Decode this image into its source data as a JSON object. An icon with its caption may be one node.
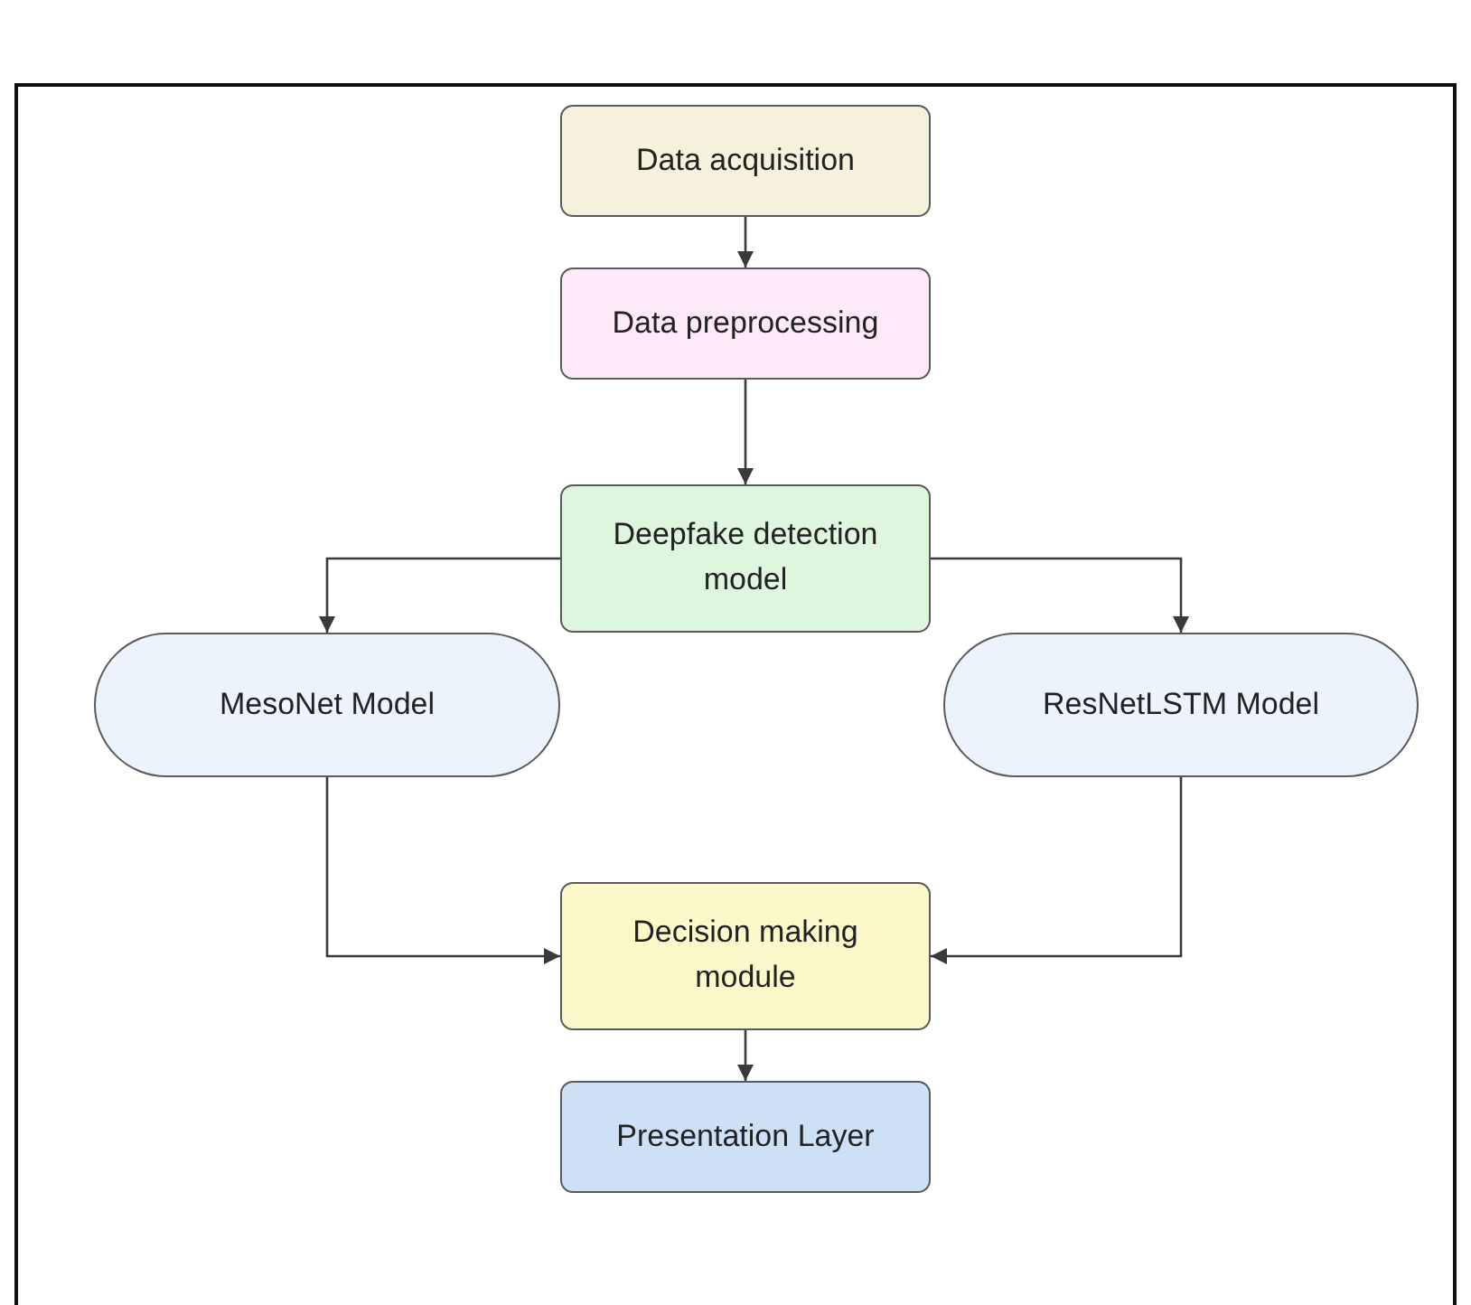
{
  "diagram": {
    "nodes": [
      {
        "text": [
          "Data acquisition"
        ]
      },
      {
        "text": [
          "Data preprocessing"
        ]
      },
      {
        "text": [
          "Deepfake detection model"
        ]
      },
      {
        "text": [
          "MesoNet Model"
        ]
      },
      {
        "text": [
          "ResNetLSTM Model"
        ]
      },
      {
        "text": [
          "Decision making module"
        ]
      },
      {
        "text": [
          "Presentation Layer"
        ]
      }
    ],
    "edges": [
      {
        "from": 0,
        "to": 1,
        "arrow": "to"
      },
      {
        "from": 1,
        "to": 2,
        "arrow": "to"
      },
      {
        "from": 2,
        "to": 3,
        "arrow": "to"
      },
      {
        "from": 2,
        "to": 4,
        "arrow": "to"
      },
      {
        "from": 3,
        "to": 5,
        "arrow": "to"
      },
      {
        "from": 4,
        "to": 5,
        "arrow": "to"
      },
      {
        "from": 5,
        "to": 6,
        "arrow": "to"
      }
    ]
  }
}
